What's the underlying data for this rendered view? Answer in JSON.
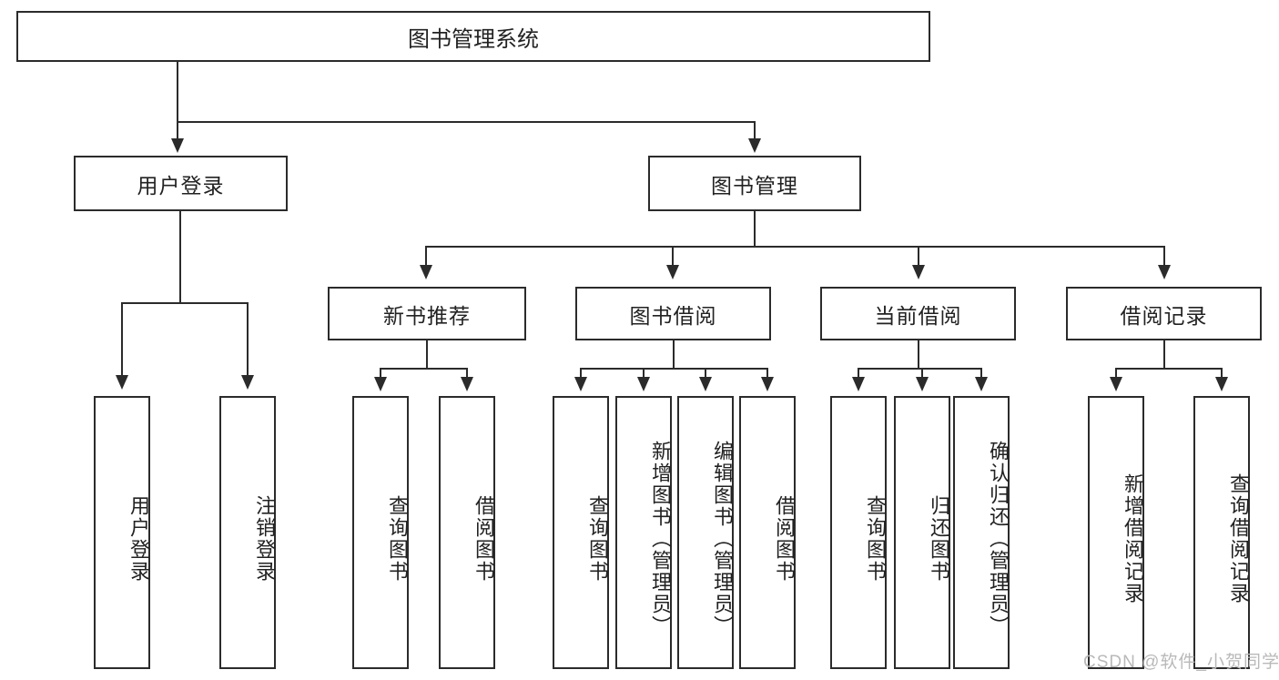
{
  "diagram": {
    "type": "hierarchy-tree",
    "title": "图书管理系统",
    "root": {
      "label": "图书管理系统"
    },
    "level1": [
      {
        "label": "用户登录"
      },
      {
        "label": "图书管理"
      }
    ],
    "level2": [
      {
        "label": "新书推荐"
      },
      {
        "label": "图书借阅"
      },
      {
        "label": "当前借阅"
      },
      {
        "label": "借阅记录"
      }
    ],
    "leaves": {
      "user_login": [
        {
          "label": "用户登录"
        },
        {
          "label": "注销登录"
        }
      ],
      "new_book_recommend": [
        {
          "label": "查询图书"
        },
        {
          "label": "借阅图书"
        }
      ],
      "book_borrow": [
        {
          "label": "查询图书"
        },
        {
          "label": "新增图书（管理员）"
        },
        {
          "label": "编辑图书（管理员）"
        },
        {
          "label": "借阅图书"
        }
      ],
      "current_borrow": [
        {
          "label": "查询图书"
        },
        {
          "label": "归还图书"
        },
        {
          "label": "确认归还（管理员）"
        }
      ],
      "borrow_record": [
        {
          "label": "新增借阅记录"
        },
        {
          "label": "查询借阅记录"
        }
      ]
    }
  },
  "watermark": {
    "text": "CSDN @软件_小贺同学"
  },
  "colors": {
    "line": "#2b2b2b",
    "box_fill": "#ffffff",
    "text": "#222222",
    "watermark": "#b9b9b9"
  }
}
